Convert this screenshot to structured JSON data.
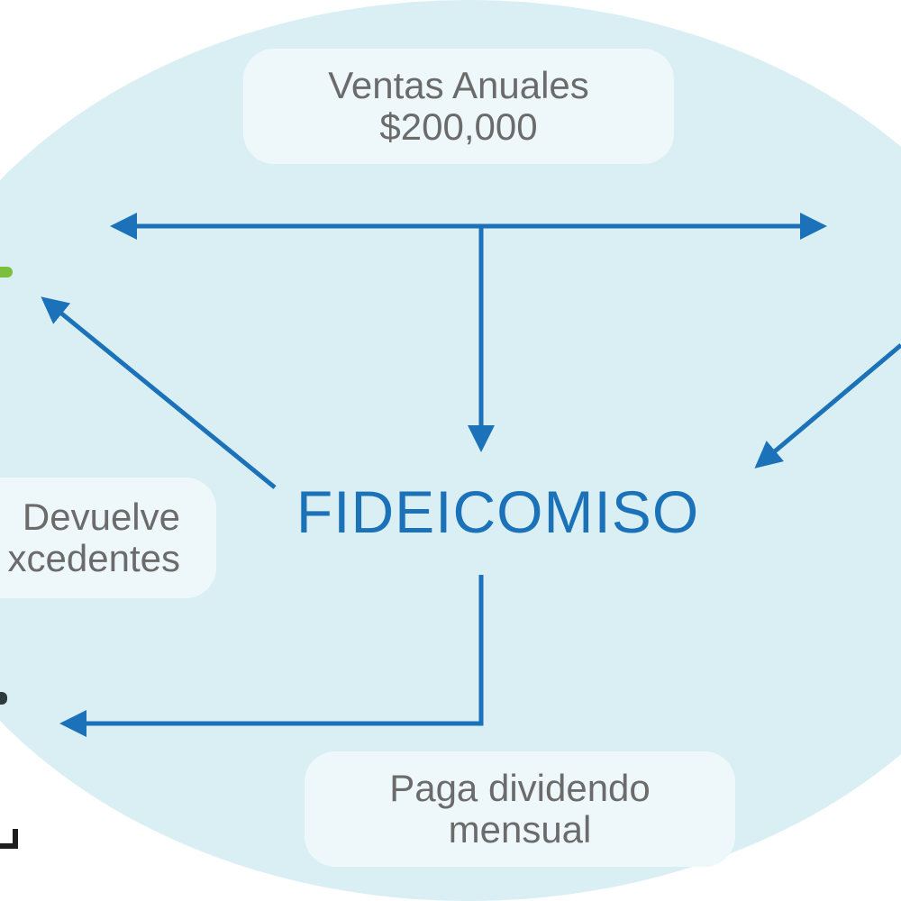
{
  "diagram": {
    "center_label": "FIDEICOMISO",
    "boxes": {
      "ventas": {
        "line1": "Ventas Anuales",
        "line2": "$200,000"
      },
      "devuelve": {
        "line1": "Devuelve",
        "line2": "xcedentes"
      },
      "paga": {
        "line1": "Paga dividendo",
        "line2": "mensual"
      }
    },
    "colors": {
      "background_ellipse": "#d9eff4",
      "box_fill": "#eef8fa",
      "arrow": "#1b72b8",
      "center_text": "#1b72b8",
      "box_text": "#6b6b6b"
    },
    "edge_markers": [
      "green-leaf-partial",
      "dark-shape-partial",
      "dark-shape-partial"
    ]
  }
}
